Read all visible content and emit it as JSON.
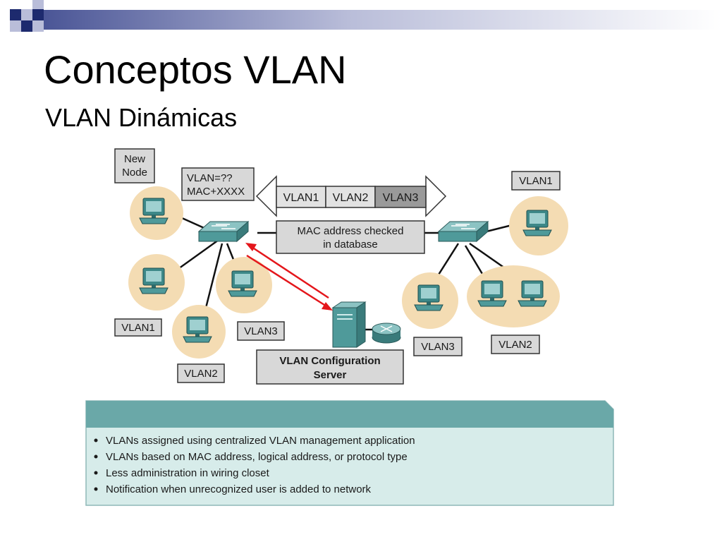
{
  "slide": {
    "title": "Conceptos VLAN",
    "subtitle": "VLAN Dinámicas"
  },
  "diagram": {
    "new_node_label": [
      "New",
      "Node"
    ],
    "query_label": [
      "VLAN=??",
      "MAC+XXXX"
    ],
    "banner_segments": [
      "VLAN1",
      "VLAN2",
      "VLAN3"
    ],
    "mac_check_label": [
      "MAC address checked",
      "in database"
    ],
    "server_label": [
      "VLAN Configuration",
      "Server"
    ],
    "left_switch_labels": {
      "vlan1": "VLAN1",
      "vlan3": "VLAN3",
      "vlan2": "VLAN2"
    },
    "right_switch_labels": {
      "vlan1": "VLAN1",
      "vlan3": "VLAN3",
      "vlan2": "VLAN2"
    }
  },
  "info_box": {
    "bullets": [
      "VLANs assigned using centralized VLAN management application",
      "VLANs based on MAC address, logical address, or protocol type",
      "Less administration in wiring closet",
      "Notification when unrecognized user is added to network"
    ]
  },
  "colors": {
    "accent_navy": "#1d2a6e",
    "node_halo": "#f4dcb3",
    "device_teal": "#4f9a9a",
    "label_box": "#d8d8d8",
    "info_header": "#6aa8a8",
    "info_body": "#d7ecea",
    "query_arrow": "#e4161b"
  }
}
